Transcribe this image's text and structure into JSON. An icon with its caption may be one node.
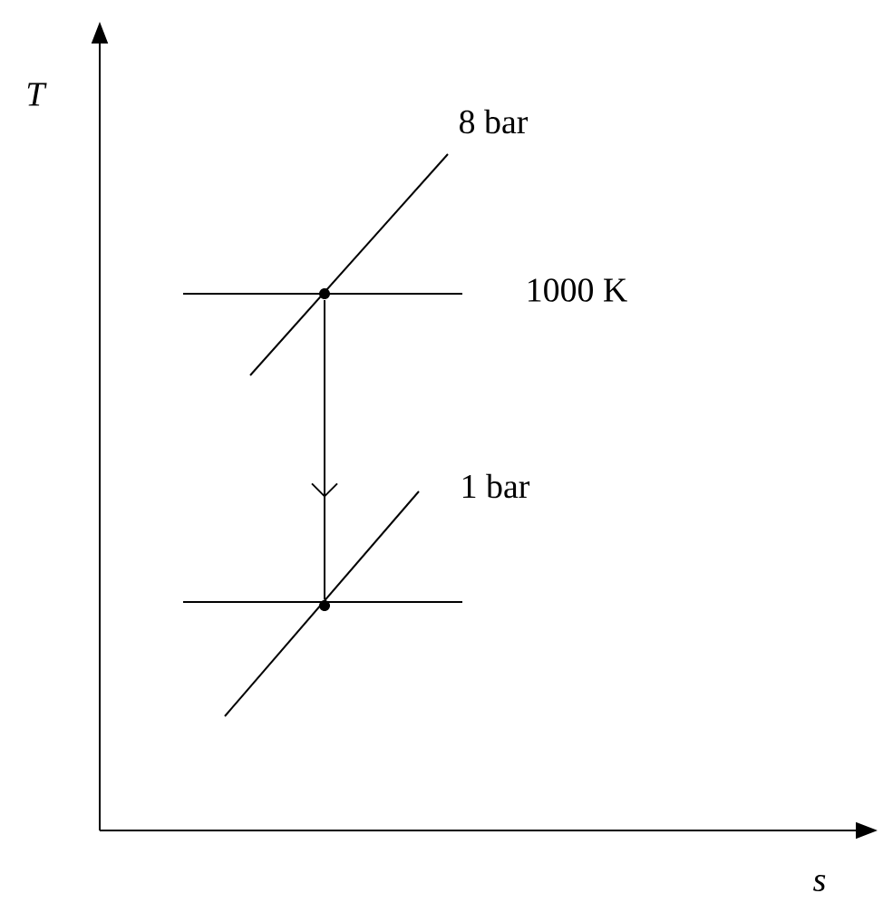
{
  "diagram": {
    "nodes": [
      {
        "text": [],
        "shape": "circle"
      },
      {
        "text": [],
        "shape": "circle"
      }
    ],
    "edges": [
      {
        "from": 0,
        "to": 1,
        "arrow": "to"
      }
    ],
    "labels": [
      "*T*",
      "8 bar",
      "1000 K",
      "1 bar",
      "*s*"
    ]
  }
}
